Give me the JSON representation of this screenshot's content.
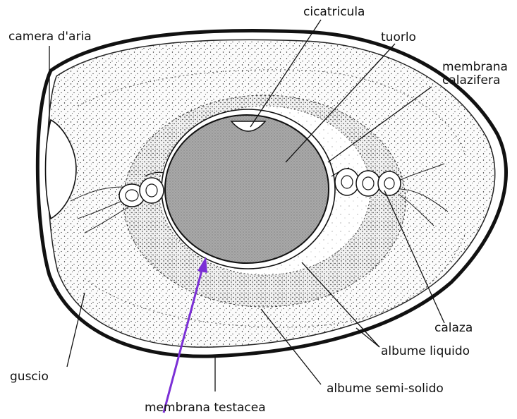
{
  "labels": {
    "camera_aria": "camera d'aria",
    "cicatricula": "cicatricula",
    "tuorlo": "tuorlo",
    "membrana_calazifera_1": "membrana",
    "membrana_calazifera_2": "calazifera",
    "calaza": "calaza",
    "albume_liquido": "albume liquido",
    "albume_semi_solido": "albume semi-solido",
    "membrana_testacea": "membrana testacea",
    "guscio": "guscio"
  },
  "colors": {
    "ink": "#111111",
    "shell_fill": "#f7f7f7",
    "yolk_fill": "#a9a9a9",
    "arrow": "#7b2fd6"
  }
}
